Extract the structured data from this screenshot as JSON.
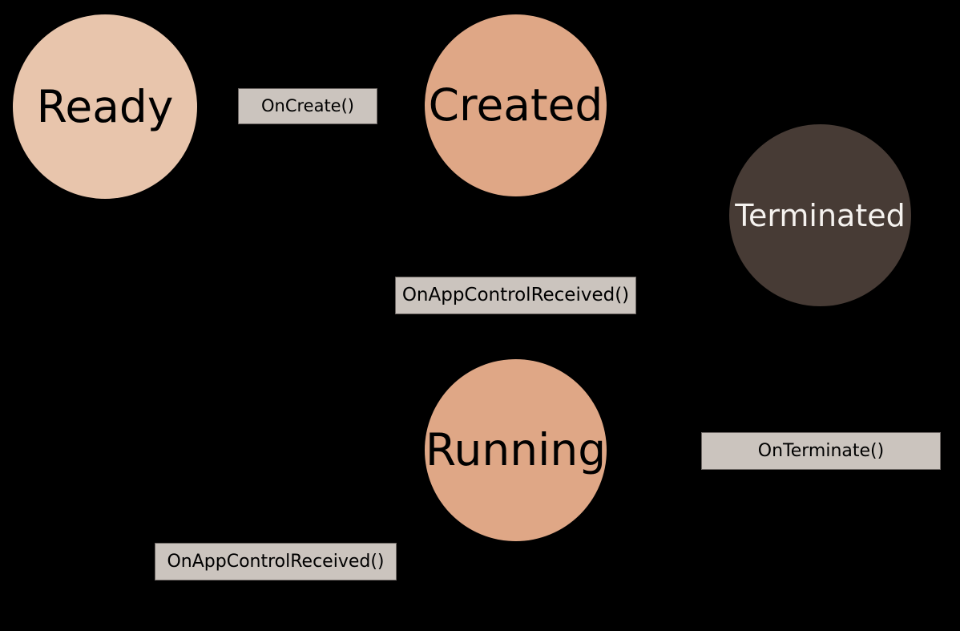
{
  "diagram": {
    "kind": "state-diagram",
    "background_color": "#000000",
    "nodes": [
      {
        "id": "ready",
        "label": "Ready",
        "shape": "circle",
        "fill": "#e8c5ac",
        "text_color": "#000000"
      },
      {
        "id": "created",
        "label": "Created",
        "shape": "circle",
        "fill": "#dfa786",
        "text_color": "#000000"
      },
      {
        "id": "terminated",
        "label": "Terminated",
        "shape": "circle",
        "fill": "#473b35",
        "text_color": "#f5f2ef"
      },
      {
        "id": "running",
        "label": "Running",
        "shape": "circle",
        "fill": "#dfa786",
        "text_color": "#000000"
      }
    ],
    "edges": [
      {
        "id": "ready-to-created",
        "label": "OnCreate()",
        "from": "ready",
        "to": "created",
        "label_fill": "#cbc4be",
        "label_border": "#6c6663",
        "label_text_color": "#000000"
      },
      {
        "id": "created-to-running",
        "label": "OnAppControlReceived()",
        "from": "created",
        "to": "running",
        "label_fill": "#cbc4be",
        "label_border": "#6c6663",
        "label_text_color": "#000000"
      },
      {
        "id": "running-to-terminated",
        "label": "OnTerminate()",
        "from": "running",
        "to": "terminated",
        "label_fill": "#cbc4be",
        "label_border": "#6c6663",
        "label_text_color": "#000000"
      },
      {
        "id": "running-self-appcontrol",
        "label": "OnAppControlReceived()",
        "from": "running",
        "to": "running",
        "label_fill": "#cbc4be",
        "label_border": "#6c6663",
        "label_text_color": "#000000"
      }
    ]
  }
}
